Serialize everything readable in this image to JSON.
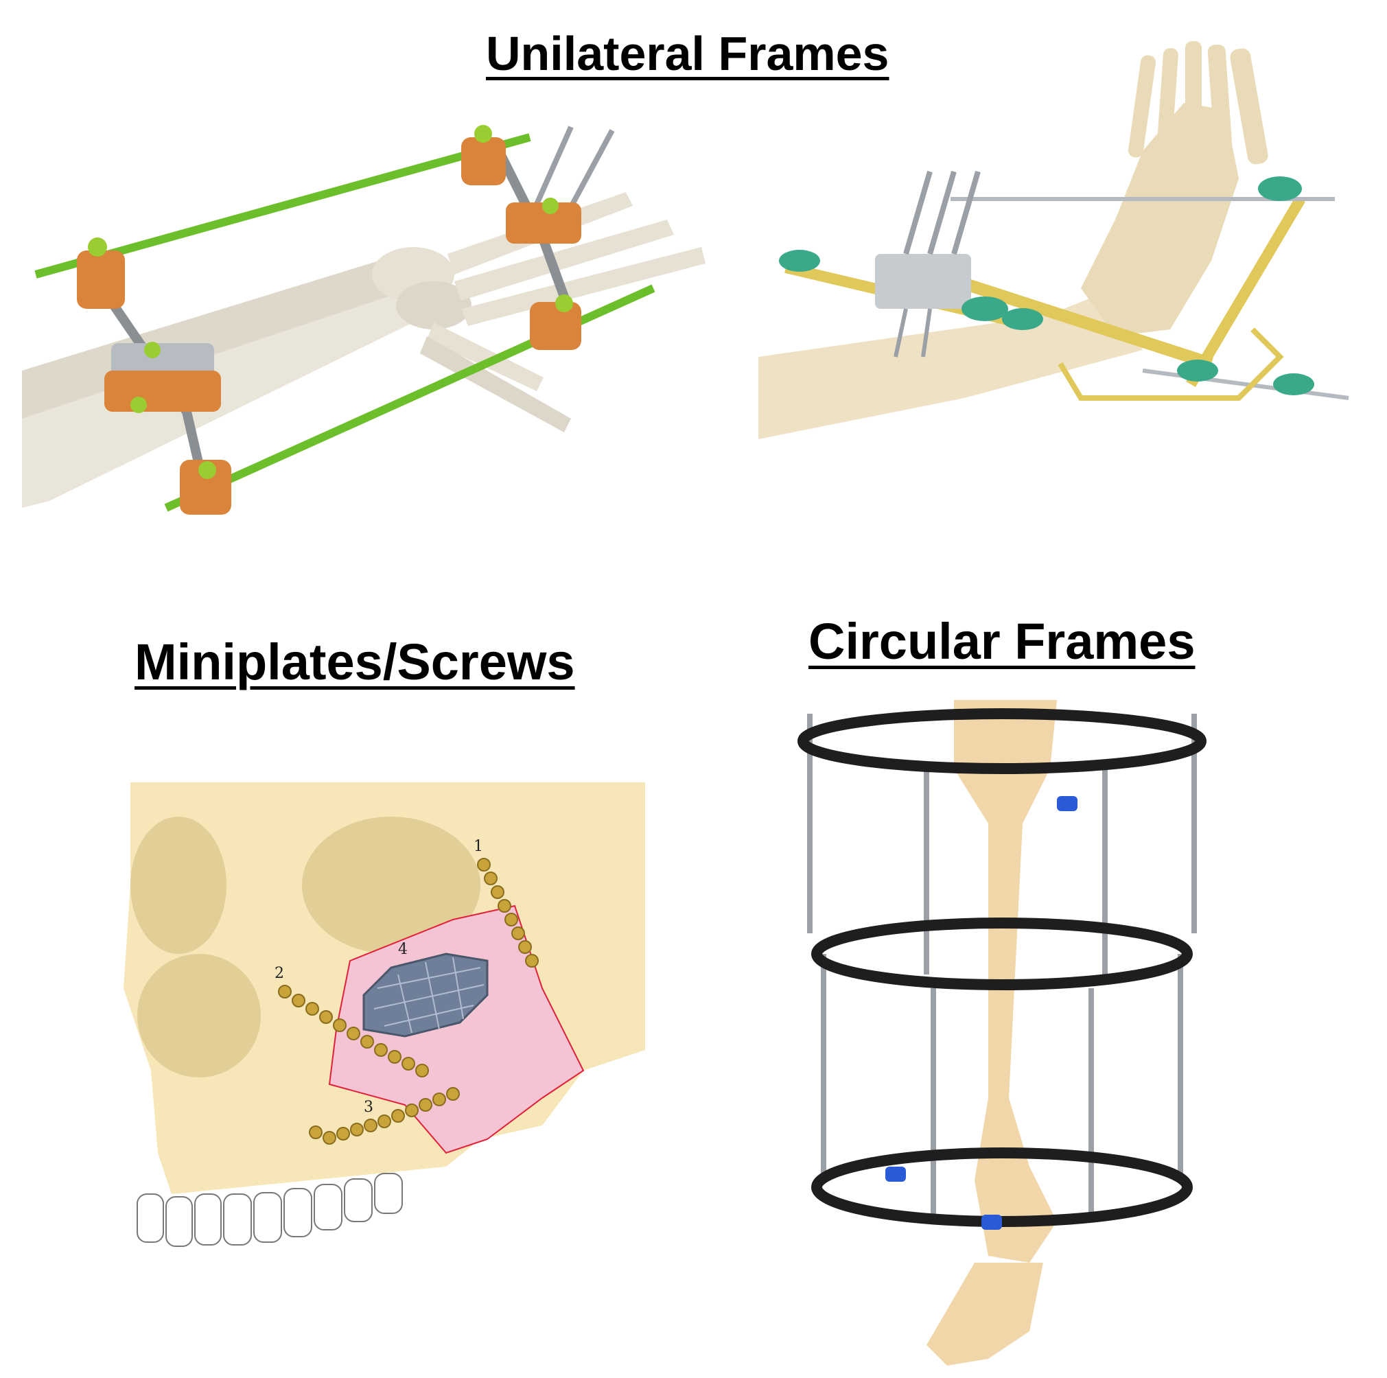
{
  "headings": {
    "unilateral": "Unilateral Frames",
    "miniplates": "Miniplates/Screws",
    "circular": "Circular Frames"
  },
  "skull_labels": [
    "1",
    "2",
    "3",
    "4"
  ],
  "colors": {
    "bone": "#e6e1d3",
    "bone_warm": "#f0d6a8",
    "rod_green": "#6cbf2a",
    "clamp_orange": "#d9843a",
    "rod_yellow": "#e0c85a",
    "clamp_teal": "#3aa98a",
    "plate_gold": "#c9a43a",
    "mesh_blue": "#6f7f99",
    "soft_pink": "#f4c4d4",
    "ring_black": "#1e1e1e",
    "clamp_blue": "#2a5bd7"
  }
}
